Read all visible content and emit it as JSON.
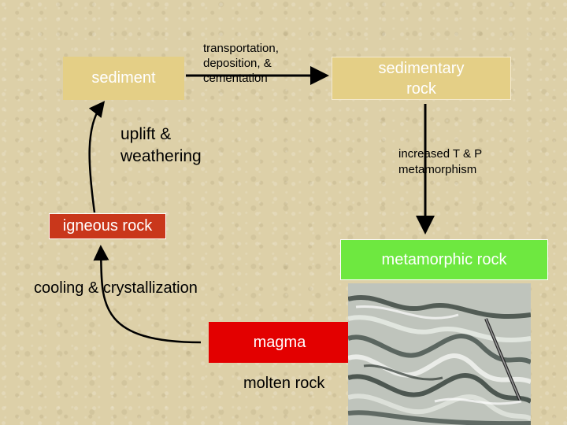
{
  "nodes": {
    "sediment": "sediment",
    "sedimentary_rock": "sedimentary rock",
    "igneous_rock": "igneous rock",
    "metamorphic_rock": "metamorphic rock",
    "magma": "magma"
  },
  "processes": {
    "transport": "transportation, deposition, & cementation",
    "uplift": "uplift & weathering",
    "metamorphism": "increased T & P metamorphism",
    "cooling": "cooling & crystallization",
    "molten": "molten rock"
  },
  "colors": {
    "sediment_box": "#e4cf86",
    "igneous_box": "#c9371b",
    "metamorphic_box": "#6ee840",
    "magma_box": "#e30000"
  },
  "photo_icon": "foliated-rock-photo"
}
